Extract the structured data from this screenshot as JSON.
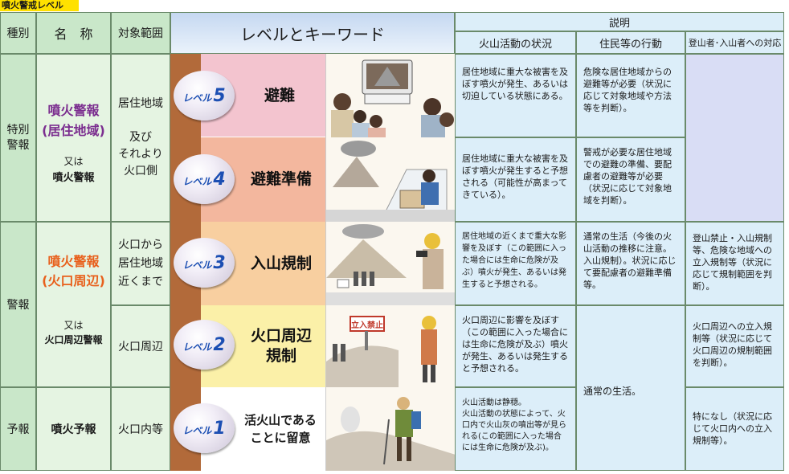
{
  "page_title": "噴火警戒レベル",
  "headers": {
    "category": "種別",
    "name": "名　称",
    "target": "対象範囲",
    "level_keyword": "レベルとキーワード",
    "explanation": "説明",
    "volcano_status": "火山活動の状況",
    "resident_action": "住民等の行動",
    "climber_response": "登山者･入山者への対応"
  },
  "categories": {
    "special": "特別\n警報",
    "warning": "警報",
    "forecast": "予報"
  },
  "names": {
    "special_main": "噴火警報\n(居住地域)",
    "special_or": "又は",
    "special_alt": "噴火警報",
    "warning_main": "噴火警報\n(火口周辺)",
    "warning_or": "又は",
    "warning_alt": "火口周辺警報",
    "forecast_main": "噴火予報"
  },
  "targets": {
    "special": "居住地域\n\n及び\nそれより\n火口側",
    "level3": "火口から\n居住地域\n近くまで",
    "level2": "火口周辺",
    "level1": "火口内等"
  },
  "levels": [
    {
      "badge": "レベル",
      "num": "5",
      "keyword": "避難",
      "color": "#f3c4cf"
    },
    {
      "badge": "レベル",
      "num": "4",
      "keyword": "避難準備",
      "color": "#f3b79e"
    },
    {
      "badge": "レベル",
      "num": "3",
      "keyword": "入山規制",
      "color": "#f8cfa0"
    },
    {
      "badge": "レベル",
      "num": "2",
      "keyword": "火口周辺\n規制",
      "color": "#fbf0a8"
    },
    {
      "badge": "レベル",
      "num": "1",
      "keyword": "活火山である\nことに留意",
      "color": "#ffffff"
    }
  ],
  "sign_text": "立入禁止",
  "status": [
    "居住地域に重大な被害を及ぼす噴火が発生、あるいは切迫している状態にある。",
    "居住地域に重大な被害を及ぼす噴火が発生すると予想される（可能性が高まってきている）。",
    "居住地域の近くまで重大な影響を及ぼす（この範囲に入った場合には生命に危険が及ぶ）噴火が発生、あるいは発生すると予想される。",
    "火口周辺に影響を及ぼす（この範囲に入った場合には生命に危険が及ぶ）噴火が発生、あるいは発生すると予想される。",
    "火山活動は静穏。\n火山活動の状態によって、火口内で火山灰の噴出等が見られる(この範囲に入った場合には生命に危険が及ぶ)。"
  ],
  "resident": [
    "危険な居住地域からの避難等が必要（状況に応じて対象地域や方法等を判断）。",
    "警戒が必要な居住地域での避難の準備、要配慮者の避難等が必要（状況に応じて対象地域を判断）。",
    "通常の生活（今後の火山活動の推移に注意。入山規制）。状況に応じて要配慮者の避難準備等。",
    "通常の生活。"
  ],
  "climber": [
    "登山禁止・入山規制等、危険な地域への立入規制等（状況に応じて規制範囲を判断）。",
    "火口周辺への立入規制等（状況に応じて火口周辺の規制範囲を判断）。",
    "特になし（状況に応じて火口内への立入規制等）。"
  ]
}
